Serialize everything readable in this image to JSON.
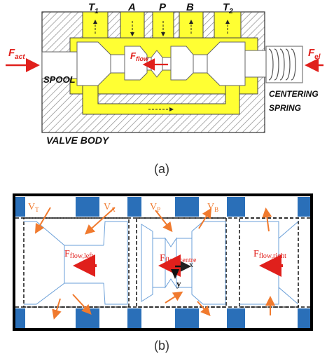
{
  "figure_a": {
    "caption": "(a)",
    "ports": {
      "t1": "T",
      "t1_sub": "1",
      "a": "A",
      "p": "P",
      "b": "B",
      "t2": "T",
      "t2_sub": "2"
    },
    "force_left": {
      "main": "F",
      "sub": "act"
    },
    "force_right": {
      "main": "F",
      "sub": "el"
    },
    "flow_force": {
      "main": "F",
      "sub": "flow"
    },
    "labels": {
      "spool": "SPOOL",
      "centering_line1": "CENTERING",
      "centering_line2": "SPRING",
      "valve_body": "VALVE BODY"
    },
    "colors": {
      "oil": "#ffff33",
      "force": "#e0201c",
      "body_hatch": "#888888"
    }
  },
  "figure_b": {
    "caption": "(b)",
    "velocities": {
      "vt": {
        "main": "V",
        "sub": "T"
      },
      "va": {
        "main": "V",
        "sub": "A"
      },
      "vp": {
        "main": "V",
        "sub": "P"
      },
      "vb": {
        "main": "V",
        "sub": "B"
      }
    },
    "forces": {
      "left": {
        "main": "F",
        "sub": "flow,left"
      },
      "centre": {
        "main": "F",
        "sub": "flow,centre"
      },
      "right": {
        "main": "F",
        "sub": "flow,right"
      }
    },
    "axes": {
      "x": "x",
      "y": "y"
    },
    "colors": {
      "port": "#2a6fb8",
      "arrow": "#f07a2e",
      "force": "#e0201c",
      "spool_line": "#6a9fd8"
    }
  }
}
